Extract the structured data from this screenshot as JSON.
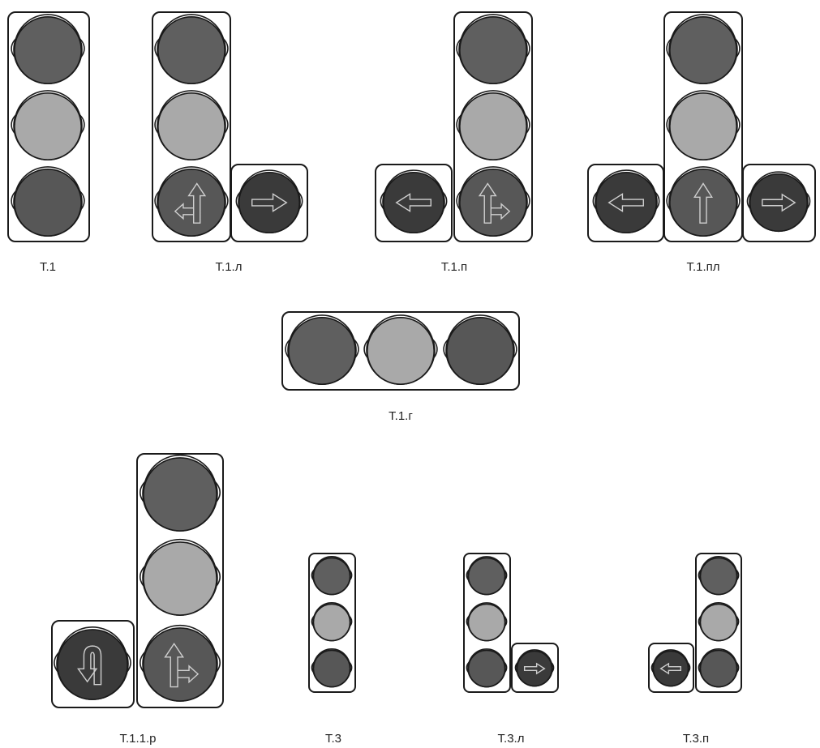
{
  "colors": {
    "red": "#5f5f5f",
    "yellow": "#a9a9a9",
    "green": "#575757",
    "arrow_section": "#3a3a3a",
    "outline": "#1a1a1a"
  },
  "figures": [
    {
      "label": "Т.1"
    },
    {
      "label": "Т.1.л"
    },
    {
      "label": "Т.1.п"
    },
    {
      "label": "Т.1.пл"
    },
    {
      "label": "Т.1.г"
    },
    {
      "label": "Т.1.1.р"
    },
    {
      "label": "Т.3"
    },
    {
      "label": "Т.3.л"
    },
    {
      "label": "Т.3.п"
    }
  ],
  "icons": {
    "straight_left": "arrow-straight-left-icon",
    "straight_right": "arrow-straight-right-icon",
    "straight": "arrow-straight-icon",
    "left": "arrow-left-icon",
    "right": "arrow-right-icon",
    "u_turn": "arrow-u-turn-icon"
  }
}
